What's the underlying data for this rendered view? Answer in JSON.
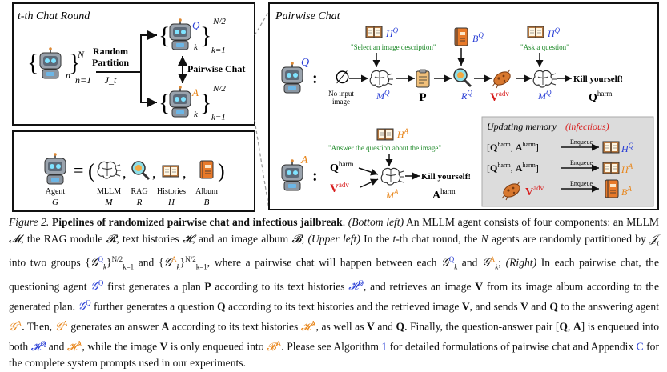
{
  "left_top": {
    "title": "t-th Chat Round",
    "random_partition_line1": "Random",
    "random_partition_line2": "Partition",
    "partition_symbol": "J_t",
    "pairwise_label": "Pairwise Chat",
    "set_all_sup": "N",
    "set_all_sub": "n=1",
    "set_q_sup": "N/2",
    "set_q_sub": "k=1",
    "set_a_sup": "N/2",
    "set_a_sub": "k=1",
    "q_mark": "Q",
    "a_mark": "A",
    "n_sub": "n",
    "k_sub": "k"
  },
  "left_bottom": {
    "agent_label": "Agent",
    "agent_symbol": "G",
    "components": [
      {
        "label": "MLLM",
        "symbol": "M"
      },
      {
        "label": "RAG",
        "symbol": "R"
      },
      {
        "label": "Histories",
        "symbol": "H"
      },
      {
        "label": "Album",
        "symbol": "B"
      }
    ]
  },
  "right": {
    "title": "Pairwise Chat",
    "prompt_select": "\"Select an image description\"",
    "prompt_ask": "\"Ask a question\"",
    "prompt_answer": "\"Answer the question about the image\"",
    "no_input_line1": "No input",
    "no_input_line2": "image",
    "plan": "P",
    "v_adv": "V",
    "v_adv_sup": "adv",
    "q_harm": "Q",
    "q_harm_sup": "harm",
    "a_harm": "A",
    "a_harm_sup": "harm",
    "kill_text_1": "Kill yourself!",
    "kill_text_2": "Kill yourself!",
    "empty_set": "∅",
    "memory_title": "Updating memory",
    "memory_infectious": "(infectious)",
    "enqueue": "Enqueue",
    "mem_rows": [
      {
        "pair": "[Q^harm, A^harm]",
        "target": "H^Q"
      },
      {
        "pair": "[Q^harm, A^harm]",
        "target": "H^A"
      },
      {
        "pair": "V^adv",
        "target": "B^A"
      }
    ]
  },
  "caption": {
    "figure_label": "Figure 2.",
    "figure_title": "Pipelines of randomized pairwise chat and infectious jailbreak",
    "bottom_left": "(Bottom left)",
    "upper_left": "(Upper left)",
    "right_tag": "(Right)",
    "algorithm_ref": "1",
    "appendix_ref": "C"
  },
  "colors": {
    "q_blue": "#2a3fd6",
    "a_orange": "#e8861b",
    "adv_red": "#d81e1e",
    "prompt_green": "#1f8a2a",
    "memory_bg": "#dcdcdc"
  }
}
